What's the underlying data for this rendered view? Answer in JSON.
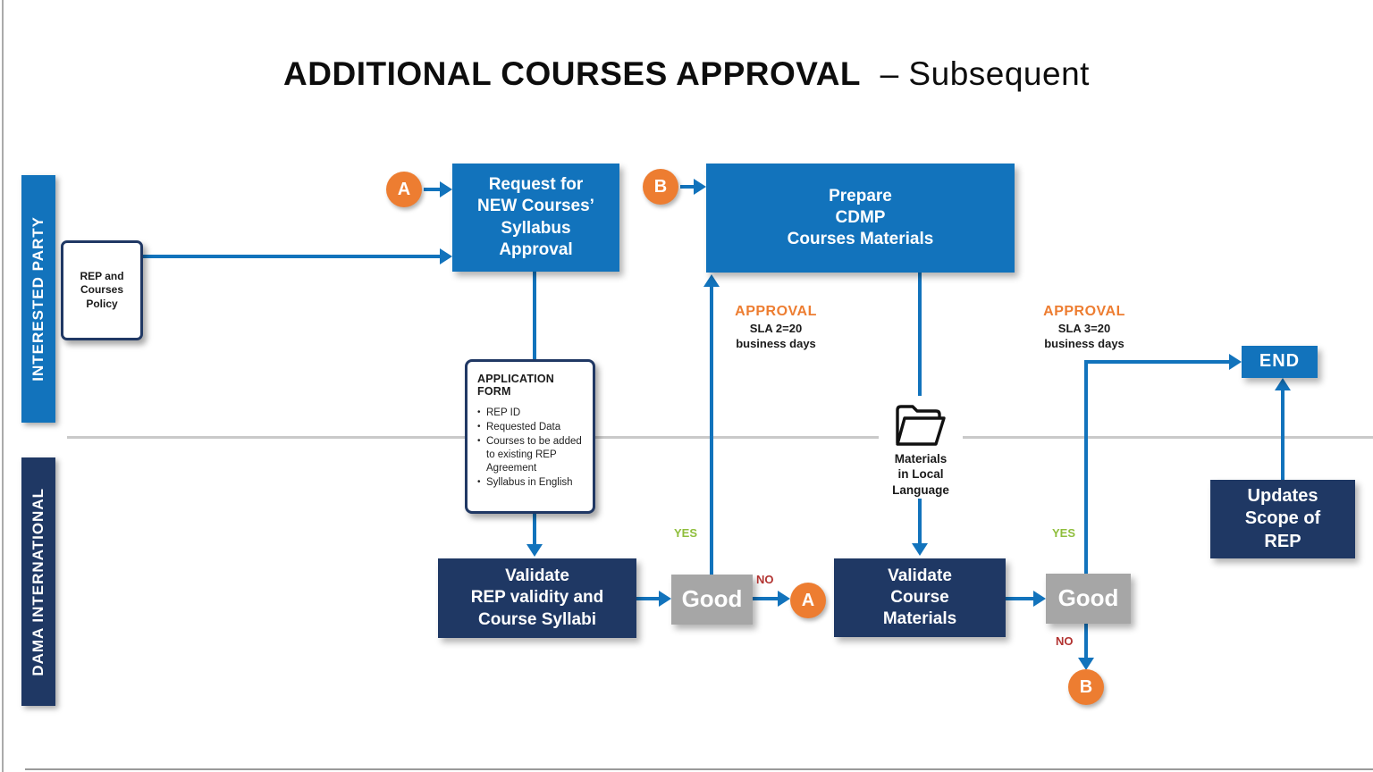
{
  "title": {
    "main": "ADDITIONAL COURSES APPROVAL",
    "suffix": "– Subsequent"
  },
  "lanes": {
    "top": "INTERESTED PARTY",
    "bottom": "DAMA INTERNATIONAL"
  },
  "nodes": {
    "rep_policy": "REP and\nCourses\nPolicy",
    "request": "Request for\nNEW Courses’\nSyllabus\nApproval",
    "prepare": "Prepare\nCDMP\nCourses Materials",
    "validate_rep": "Validate\nREP validity and\nCourse Syllabi",
    "good_first": "Good",
    "validate_materials": "Validate\nCourse\nMaterials",
    "good_second": "Good",
    "end": "END",
    "updates": "Updates\nScope of\nREP",
    "materials_note": "Materials\nin Local\nLanguage"
  },
  "form": {
    "title": "APPLICATION FORM",
    "items": [
      "REP ID",
      "Requested Data",
      "Courses to be added to existing REP Agreement",
      "Syllabus in English"
    ]
  },
  "connectors": {
    "a": "A",
    "b": "B"
  },
  "labels": {
    "yes": "YES",
    "no": "NO",
    "approval1": {
      "title": "APPROVAL",
      "sla": "SLA 2=20",
      "days": "business days"
    },
    "approval2": {
      "title": "APPROVAL",
      "sla": "SLA 3=20",
      "days": "business days"
    }
  },
  "colors": {
    "process_blue": "#1273BC",
    "navy": "#1F3864",
    "good_gray": "#A6A6A6",
    "connector_orange": "#ED7D31",
    "yes_green": "#8FBE3C",
    "no_red": "#B23331",
    "divider_gray": "#C9C9C9"
  }
}
